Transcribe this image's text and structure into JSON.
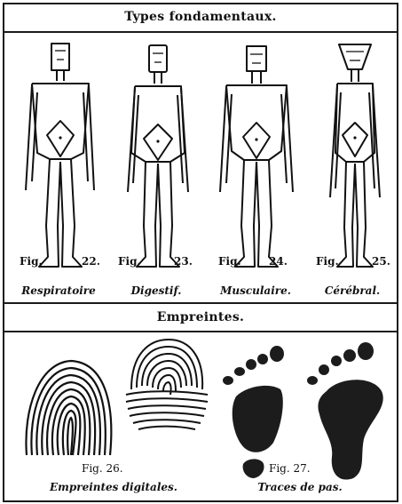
{
  "header_top": "Types fondamentaux.",
  "figures": [
    {
      "fig_label": "Fig.",
      "fig_num": "22.",
      "caption": "Respiratoire"
    },
    {
      "fig_label": "Fig.",
      "fig_num": "23.",
      "caption": "Digestif."
    },
    {
      "fig_label": "Fig.",
      "fig_num": "24.",
      "caption": "Musculaire."
    },
    {
      "fig_label": "Fig.",
      "fig_num": "25.",
      "caption": "Cérébral."
    }
  ],
  "header_mid": "Empreintes.",
  "prints": [
    {
      "fig_text": "Fig. 26.",
      "caption": "Empreintes digitales."
    },
    {
      "fig_text": "Fig. 27.",
      "caption": "Traces de pas."
    }
  ]
}
